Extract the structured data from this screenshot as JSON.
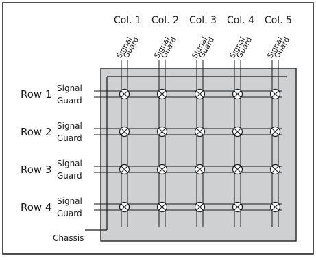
{
  "diagram": {
    "columns": [
      {
        "label": "Col. 1"
      },
      {
        "label": "Col. 2"
      },
      {
        "label": "Col. 3"
      },
      {
        "label": "Col. 4"
      },
      {
        "label": "Col. 5"
      }
    ],
    "rows": [
      {
        "label": "Row 1"
      },
      {
        "label": "Row 2"
      },
      {
        "label": "Row 3"
      },
      {
        "label": "Row 4"
      }
    ],
    "column_line_labels": [
      "Signal",
      "Guard"
    ],
    "row_line_labels": [
      "Signal",
      "Guard"
    ],
    "chassis_label": "Chassis",
    "colors": {
      "panel": "#cfd0d2",
      "line": "#1a1a1a",
      "frame": "#222222",
      "node_fill": "#ffffff"
    }
  }
}
